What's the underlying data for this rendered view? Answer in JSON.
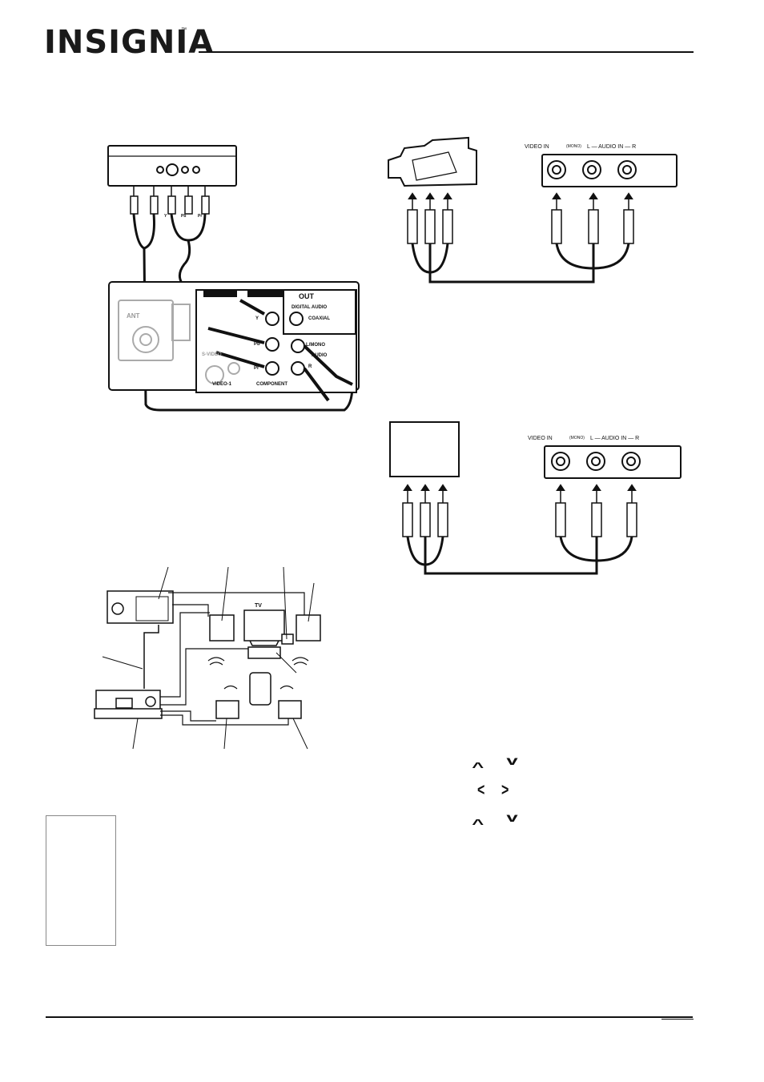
{
  "header": {
    "brand": "INSIGNIA",
    "trademark": "™"
  },
  "diagram1": {
    "panel_out_label": "OUT",
    "digital_audio": "DIGITAL AUDIO",
    "coaxial": "COAXIAL",
    "y_label": "Y",
    "pb_label": "Pb",
    "pr_label": "Pr",
    "lmono": "L/MONO",
    "audio": "AUDIO",
    "r_label": "R",
    "svideo": "S-VIDEO",
    "video1": "VIDEO-1",
    "component": "COMPONENT",
    "ant": "ANT",
    "source_y": "Y",
    "source_pb": "Pb",
    "source_pr": "Pr"
  },
  "diagram2": {
    "video_in": "VIDEO  IN",
    "mono": "(MONO)",
    "audio_in": "L — AUDIO  IN — R"
  },
  "diagram3": {
    "video_in": "VIDEO  IN",
    "mono": "(MONO)",
    "audio_in": "L — AUDIO  IN — R"
  },
  "diagram4": {
    "tv_label": "TV"
  },
  "nav_symbols": {
    "up": "^",
    "down": "v",
    "left": "<",
    "right": ">"
  }
}
